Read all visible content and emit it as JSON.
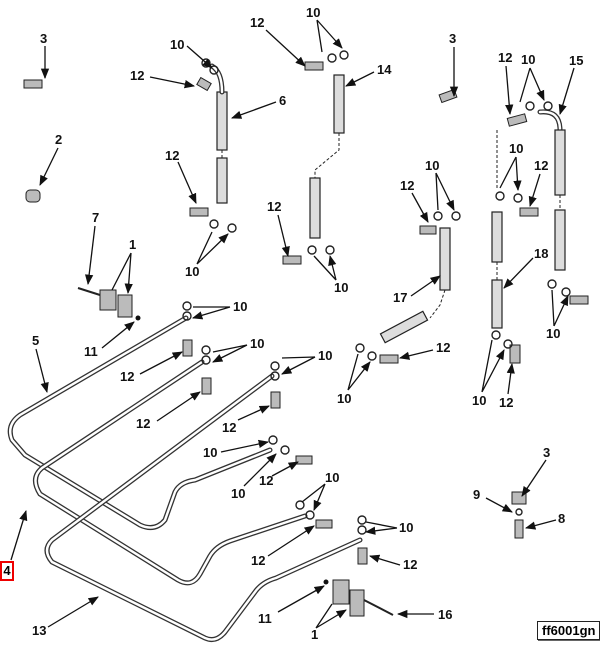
{
  "figure_id": "ff6001gn",
  "highlighted_callout": "4",
  "callouts": [
    "3",
    "12",
    "10",
    "6",
    "2",
    "12",
    "10",
    "7",
    "1",
    "11",
    "10",
    "5",
    "12",
    "10",
    "10",
    "12",
    "12",
    "12",
    "10",
    "14",
    "12",
    "10",
    "3",
    "12",
    "10",
    "15",
    "12",
    "10",
    "17",
    "10",
    "12",
    "18",
    "10",
    "12",
    "10",
    "10",
    "12",
    "10",
    "10",
    "12",
    "10",
    "12",
    "10",
    "12",
    "11",
    "1",
    "16",
    "13",
    "3",
    "9",
    "8"
  ],
  "colors": {
    "highlight": "#e00000"
  }
}
